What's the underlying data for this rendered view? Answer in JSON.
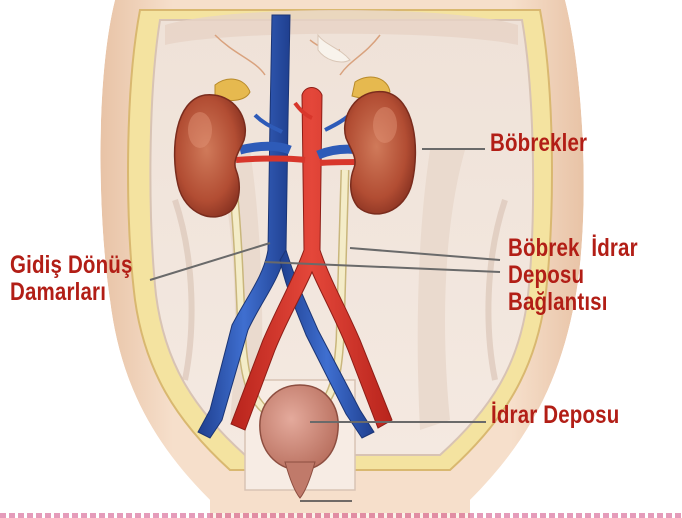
{
  "labels": {
    "kidneys": "Böbrekler",
    "vessels": [
      "Gidiş Dönüş",
      "Damarları"
    ],
    "ureter": [
      "Böbrek  İdrar",
      "Deposu",
      "Bağlantısı"
    ],
    "bladder": "İdrar Deposu"
  },
  "colors": {
    "label_text": "#b21e16",
    "leader_line": "#6a6a6a",
    "skin": "#f3d9c3",
    "skin_shadow": "#e6c2a6",
    "cavity": "#f2e6de",
    "fat_layer": "#f4e7a8",
    "kidney": "#b9553a",
    "adrenal": "#e9c15a",
    "artery": "#d8362b",
    "vein": "#2e5bb8",
    "ureter": "#f1e6c0",
    "bladder": "#c9867a"
  }
}
